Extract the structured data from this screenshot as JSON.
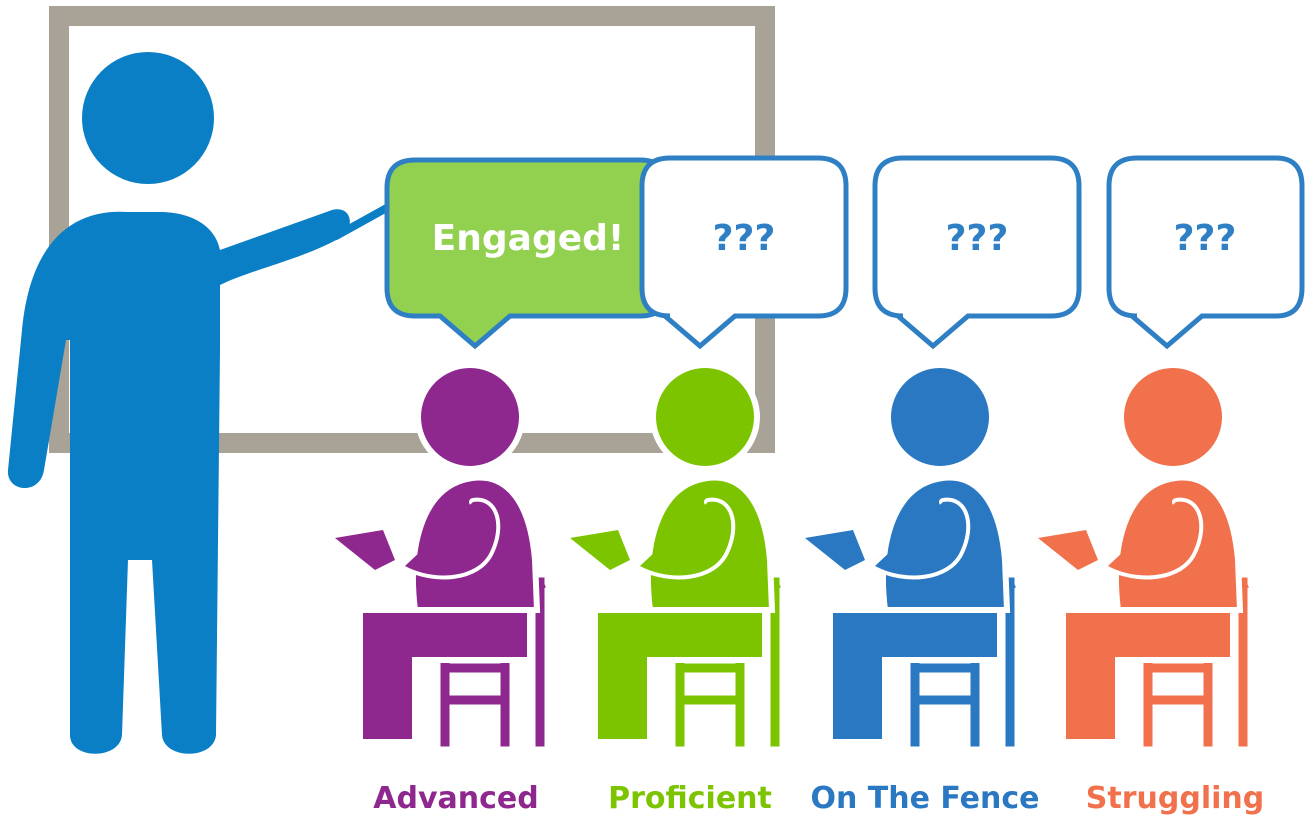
{
  "colors": {
    "teacher": "#0b7fc6",
    "board_frame": "#a8a396",
    "bubble_border": "#2f7fc4",
    "bubble_fill": "#ffffff",
    "engaged_fill": "#92d050",
    "question_text": "#2f7fc4",
    "engaged_text": "#ffffff"
  },
  "teacher": {
    "icon": "teacher-pointing-icon"
  },
  "board": {
    "icon": "whiteboard-icon"
  },
  "speech": {
    "engaged": "Engaged!",
    "question_1": "???",
    "question_2": "???",
    "question_3": "???"
  },
  "students": [
    {
      "label": "Advanced",
      "color": "#8e278e"
    },
    {
      "label": "Proficient",
      "color": "#7dc400"
    },
    {
      "label": "On The Fence",
      "color": "#2a78c2"
    },
    {
      "label": "Struggling",
      "color": "#f0714b"
    }
  ]
}
